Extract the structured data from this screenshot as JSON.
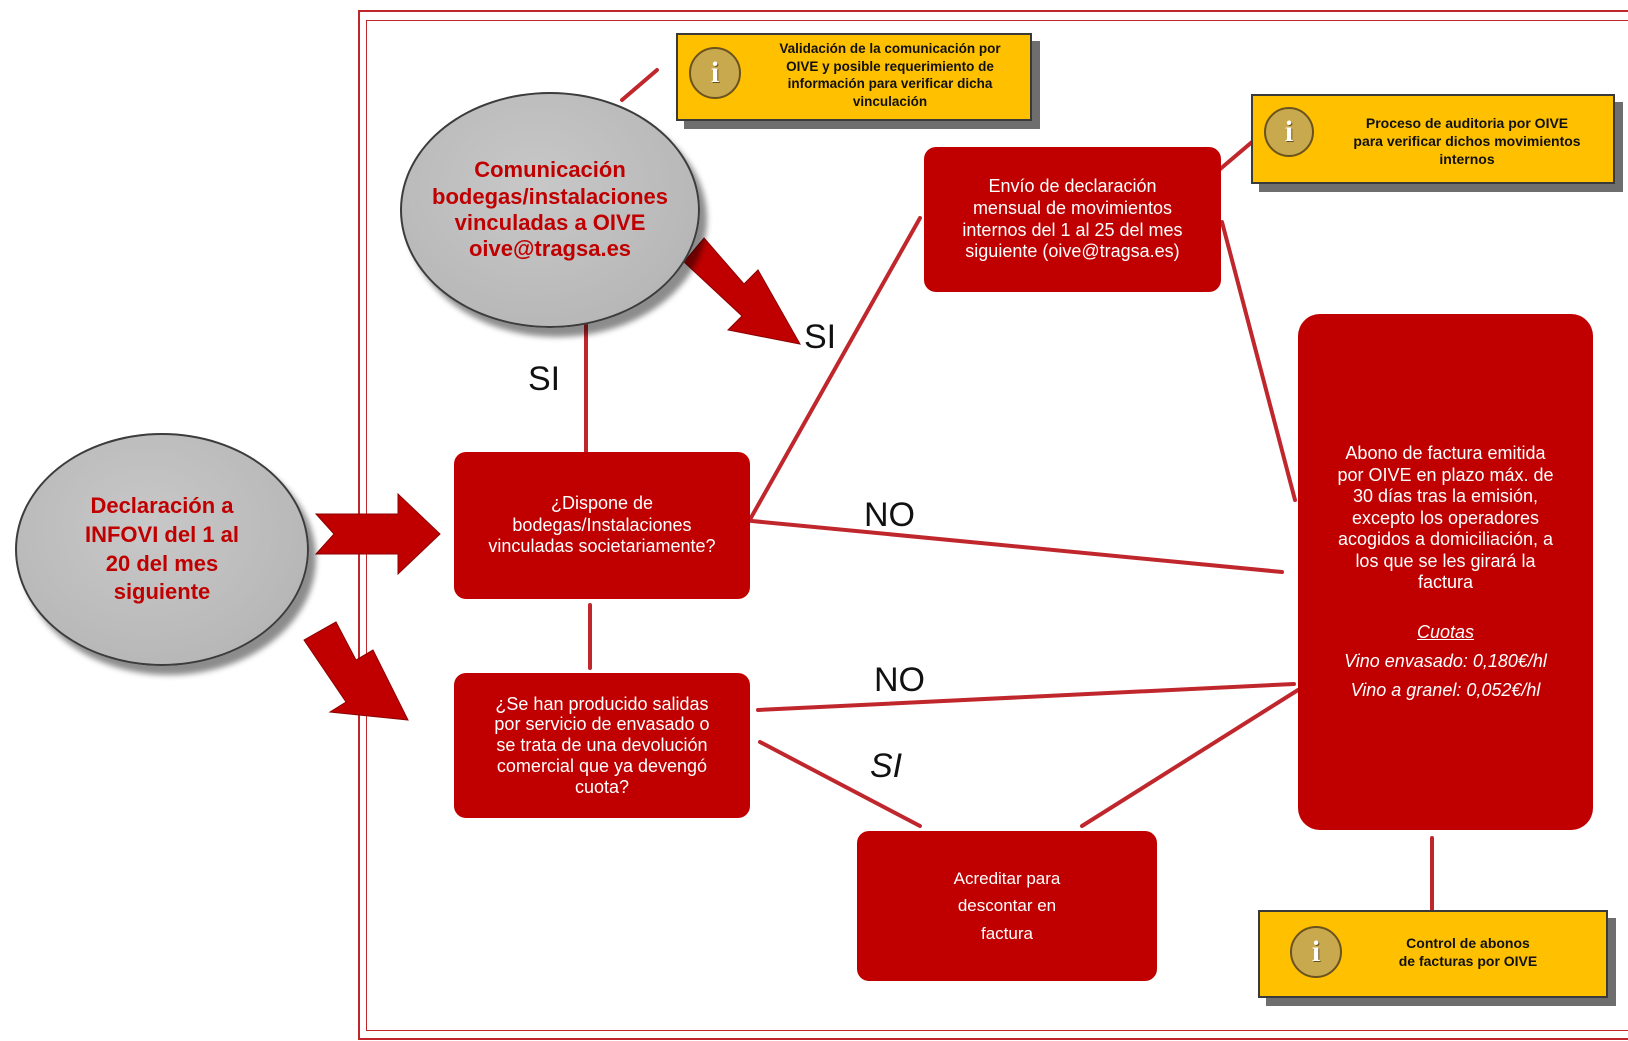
{
  "colors": {
    "box_red": "#c00000",
    "arrow_red": "#c00000",
    "line_red": "#c0272d",
    "note_yellow": "#ffc000",
    "ellipse_gray": "#b8b8b8",
    "ellipse_text": "#c00000"
  },
  "ellipses": {
    "comunicacion": "Comunicación\nbodegas/instalaciones\nvinculadas a OIVE\noive@tragsa.es",
    "declaracion": "Declaración a\nINFOVI del 1 al\n20 del mes\nsiguiente"
  },
  "boxes": {
    "dispone": "¿Dispone de\nbodegas/Instalaciones\nvinculadas  societariamente?",
    "salidas": "¿Se han producido salidas\npor servicio de envasado  o\nse trata de una devolución\ncomercial que ya devengó\ncuota?",
    "envio": "Envío de declaración\nmensual de movimientos\ninternos del 1 al 25 del mes\nsiguiente (oive@tragsa.es)",
    "acreditar": "Acreditar para\ndescontar en\nfactura",
    "abono": {
      "text": "Abono de factura emitida\npor OIVE en plazo máx. de\n30 días tras la emisión,\nexcepto los operadores\nacogidos a domiciliación, a\nlos que se les girará la\nfactura",
      "cuotas_title": "Cuotas",
      "cuota_envasado": "Vino envasado: 0,180€/hl",
      "cuota_granel": "Vino a granel: 0,052€/hl"
    }
  },
  "notes": {
    "validacion": "Validación de la comunicación por\nOIVE y posible requerimiento de\ninformación para verificar dicha\nvinculación",
    "auditoria": "Proceso de auditoria  por  OIVE\npara verificar dichos movimientos\ninternos",
    "control": "Control de abonos\nde facturas por OIVE",
    "icon": "info-icon",
    "icon_glyph": "i"
  },
  "labels": {
    "si_vertical": "SI",
    "si_envio": "SI",
    "no_dispone": "NO",
    "no_salidas": "NO",
    "si_salidas": "SI"
  }
}
